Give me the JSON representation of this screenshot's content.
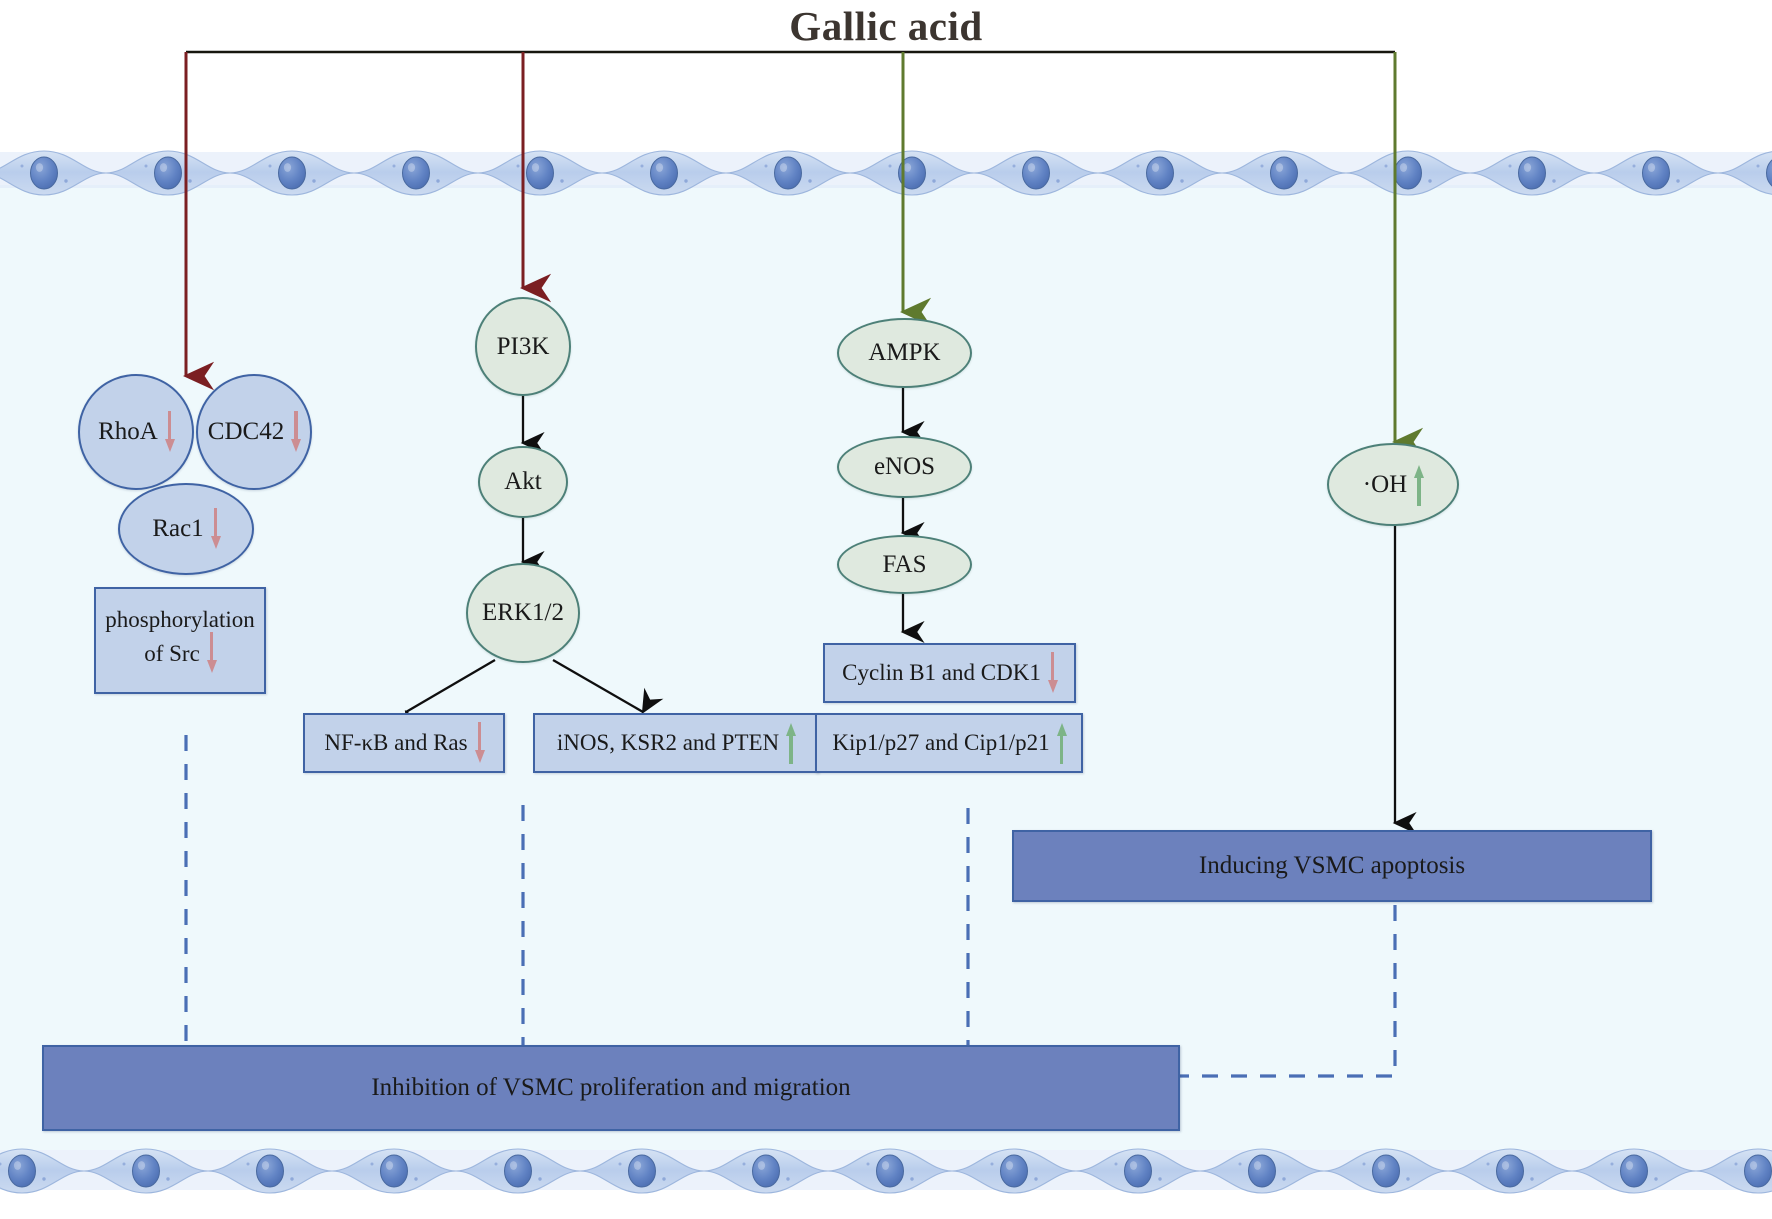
{
  "title": "Gallic acid",
  "colors": {
    "background": "#ffffff",
    "cytoplasm": "#eff9fc",
    "blue_node_fill": "#c2d2ea",
    "blue_node_border": "#3f63a4",
    "green_node_fill": "#dfe9df",
    "green_node_border": "#4d8078",
    "dark_box_fill": "#6c81bd",
    "red_arrow": "#7b1f22",
    "green_arrow": "#5f7a2e",
    "down_arrow": "#cc8d92",
    "up_arrow": "#7db487",
    "membrane_fill": "#bfd0ea",
    "nucleus_fill": "#5d7fc0",
    "dashed_line": "#4a6fb5"
  },
  "pathways": {
    "rho_family": {
      "nodes": [
        {
          "label": "RhoA",
          "regulation": "down",
          "shape": "circle"
        },
        {
          "label": "CDC42",
          "regulation": "down",
          "shape": "circle"
        },
        {
          "label": "Rac1",
          "regulation": "down",
          "shape": "ellipse"
        }
      ],
      "effect_box": {
        "line1": "phosphorylation",
        "line2": "of Src",
        "regulation": "down"
      }
    },
    "pi3k_akt": {
      "nodes": [
        {
          "label": "PI3K",
          "regulation": "none"
        },
        {
          "label": "Akt",
          "regulation": "none"
        },
        {
          "label": "ERK1/2",
          "regulation": "none"
        }
      ],
      "effect_boxes": [
        {
          "label": "NF-κB and Ras",
          "regulation": "down"
        },
        {
          "label": "iNOS,  KSR2 and PTEN",
          "regulation": "up"
        }
      ]
    },
    "ampk": {
      "nodes": [
        {
          "label": "AMPK",
          "regulation": "none"
        },
        {
          "label": "eNOS",
          "regulation": "none"
        },
        {
          "label": "FAS",
          "regulation": "none"
        }
      ],
      "effect_boxes": [
        {
          "label": "Cyclin B1 and CDK1",
          "regulation": "down"
        },
        {
          "label": "Kip1/p27 and Cip1/p21",
          "regulation": "up"
        }
      ]
    },
    "ros": {
      "nodes": [
        {
          "label": "·OH",
          "regulation": "up"
        }
      ]
    }
  },
  "outcomes": [
    {
      "id": "apoptosis",
      "label": "Inducing VSMC apoptosis"
    },
    {
      "id": "inhibition",
      "label": "Inhibition of VSMC proliferation and migration"
    }
  ]
}
